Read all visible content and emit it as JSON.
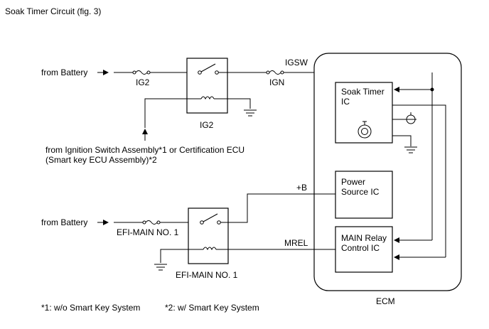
{
  "title": "Soak Timer Circuit (fig. 3)",
  "colors": {
    "line": "#000000",
    "background": "#ffffff"
  },
  "sources": {
    "battery_1": "from Battery",
    "battery_2": "from Battery",
    "ignition": "from Ignition Switch Assembly*1 or Certification ECU",
    "ignition_line2": "(Smart key ECU Assembly)*2"
  },
  "fuses": {
    "ig2": "IG2",
    "ign": "IGN",
    "efi": "EFI-MAIN NO. 1"
  },
  "relays": {
    "ig2": "IG2",
    "efi": "EFI-MAIN NO. 1"
  },
  "signals": {
    "igsw": "IGSW",
    "plus_b": "+B",
    "mrel": "MREL"
  },
  "ecm": {
    "label": "ECM",
    "soak_timer_ic": [
      "Soak Timer",
      "IC"
    ],
    "power_source_ic": [
      "Power",
      "Source IC"
    ],
    "main_relay_ic": [
      "MAIN Relay",
      "Control IC"
    ]
  },
  "notes": {
    "note1": "*1: w/o Smart Key System",
    "note2": "*2: w/ Smart Key System"
  },
  "icons": [
    "arrow-icon",
    "fuse-icon",
    "switch-icon",
    "coil-icon",
    "ground-icon",
    "clock-icon",
    "transistor-icon"
  ]
}
